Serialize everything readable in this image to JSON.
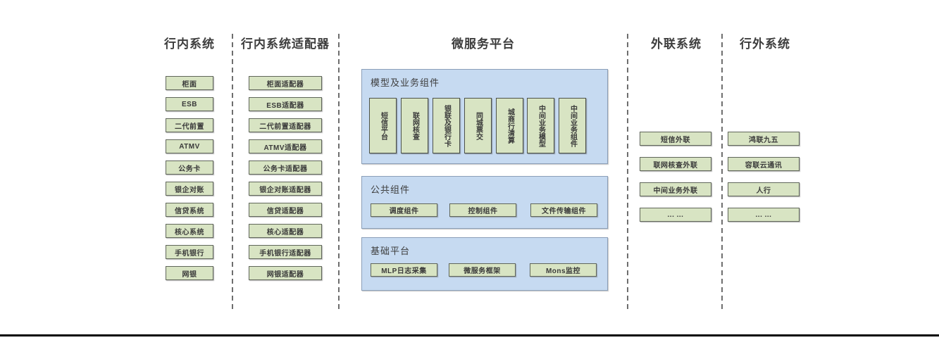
{
  "colors": {
    "green_fill": "#d8e4c3",
    "green_border": "#60665a",
    "blue_fill": "#c6daf1",
    "blue_border": "#8b9fb8",
    "divider_gray": "#6e6e6e",
    "text_dark": "#3a3a3a",
    "bottom_rule_black": "#000000"
  },
  "columns": [
    {
      "id": "internal-systems",
      "title": "行内系统",
      "items": [
        "柜面",
        "ESB",
        "二代前置",
        "ATMV",
        "公务卡",
        "银企对账",
        "信贷系统",
        "核心系统",
        "手机银行",
        "网银"
      ]
    },
    {
      "id": "internal-system-adapters",
      "title": "行内系统适配器",
      "items": [
        "柜面适配器",
        "ESB适配器",
        "二代前置适配器",
        "ATMV适配器",
        "公务卡适配器",
        "银企对账适配器",
        "信贷适配器",
        "核心适配器",
        "手机银行适配器",
        "网银适配器"
      ]
    },
    {
      "id": "microservice-platform",
      "title": "微服务平台",
      "groups": [
        {
          "title": "模型及业务组件",
          "orientation": "vertical",
          "items": [
            "短信平台",
            "联网核查",
            "银联及银行卡",
            "同城票交",
            "城商行清算",
            "中间业务模型",
            "中间业务组件"
          ]
        },
        {
          "title": "公共组件",
          "orientation": "horizontal",
          "items": [
            "调度组件",
            "控制组件",
            "文件传输组件"
          ]
        },
        {
          "title": "基础平台",
          "orientation": "horizontal",
          "items": [
            "MLP日志采集",
            "微服务框架",
            "Mons监控"
          ]
        }
      ]
    },
    {
      "id": "outreach-systems",
      "title": "外联系统",
      "items": [
        "短信外联",
        "联网核查外联",
        "中间业务外联",
        "... ..."
      ]
    },
    {
      "id": "external-systems",
      "title": "行外系统",
      "items": [
        "鸿联九五",
        "容联云通讯",
        "人行",
        "... ..."
      ]
    }
  ]
}
